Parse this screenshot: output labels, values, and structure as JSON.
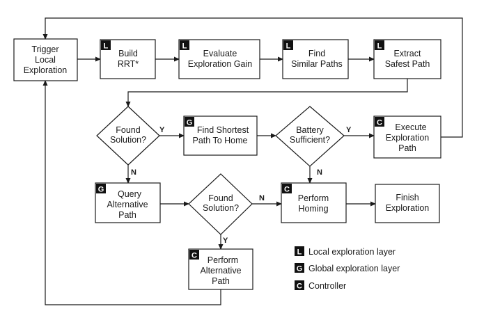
{
  "badges": {
    "local": "L",
    "global": "G",
    "controller": "C"
  },
  "nodes": {
    "trigger": [
      "Trigger",
      "Local",
      "Exploration"
    ],
    "build_rrt": [
      "Build",
      "RRT*"
    ],
    "evaluate": [
      "Evaluate",
      "Exploration Gain"
    ],
    "find_similar": [
      "Find",
      "Similar Paths"
    ],
    "extract": [
      "Extract",
      "Safest Path"
    ],
    "found1": [
      "Found",
      "Solution?"
    ],
    "shortest": [
      "Find Shortest",
      "Path To Home"
    ],
    "battery": [
      "Battery",
      "Sufficient?"
    ],
    "execute": [
      "Execute",
      "Exploration",
      "Path"
    ],
    "query": [
      "Query",
      "Alternative",
      "Path"
    ],
    "found2": [
      "Found",
      "Solution?"
    ],
    "homing": [
      "Perform",
      "Homing"
    ],
    "finish": [
      "Finish",
      "Exploration"
    ],
    "alternative": [
      "Perform",
      "Alternative",
      "Path"
    ]
  },
  "edge_labels": {
    "yes": "Y",
    "no": "N"
  },
  "legend": {
    "local": "Local exploration layer",
    "global": "Global exploration layer",
    "controller": "Controller"
  }
}
